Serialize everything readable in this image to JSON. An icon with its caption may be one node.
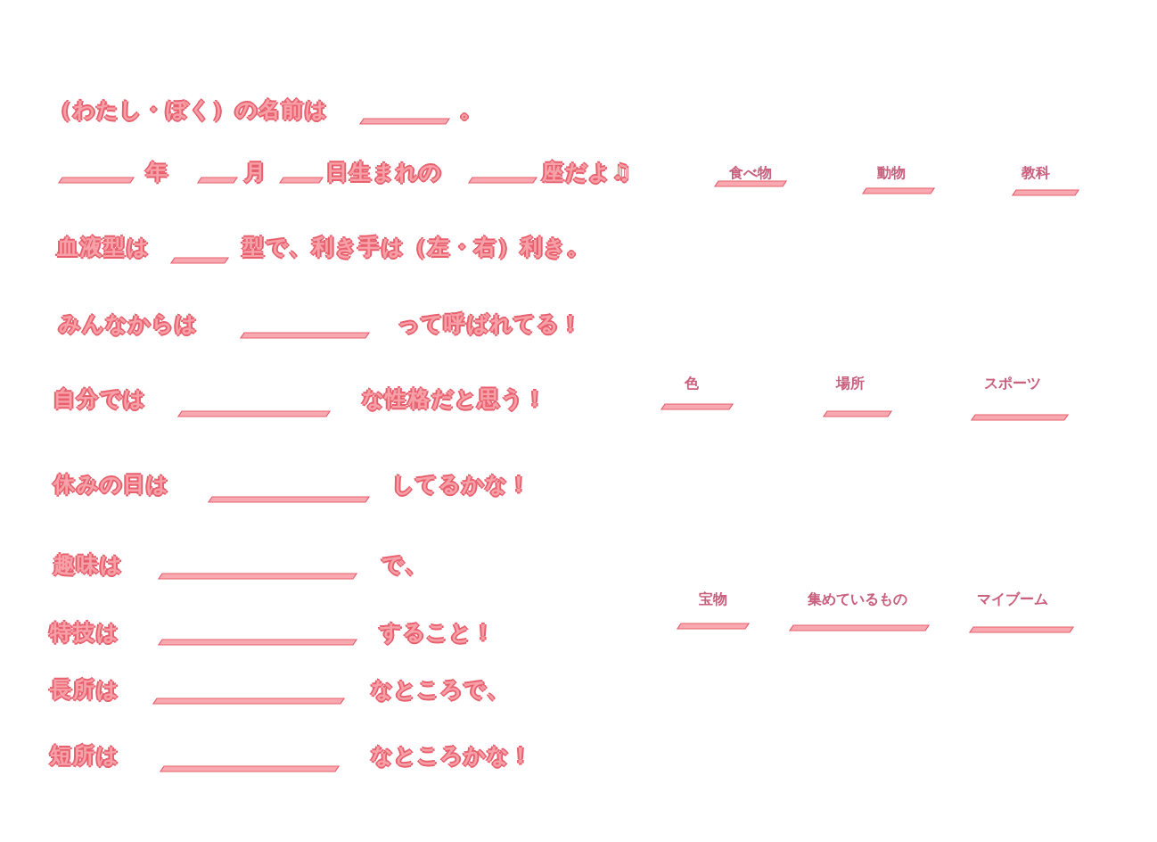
{
  "diagram": {
    "labels": [
      "（わたし・ぼく）の名前は",
      "。",
      "年",
      "月",
      "日生まれの",
      "座だよ♫",
      "血液型は",
      "型で、利き手は（左・右）利き。",
      "みんなからは",
      "って呼ばれてる！",
      "自分では",
      "な性格だと思う！",
      "休みの日は",
      "してるかな！",
      "趣味は",
      "で、",
      "特技は",
      "すること！",
      "長所は",
      "なところで、",
      "短所は",
      "なところかな！",
      "食べ物",
      "動物",
      "教科",
      "色",
      "場所",
      "スポーツ",
      "宝物",
      "集めているもの",
      "マイブーム"
    ]
  }
}
